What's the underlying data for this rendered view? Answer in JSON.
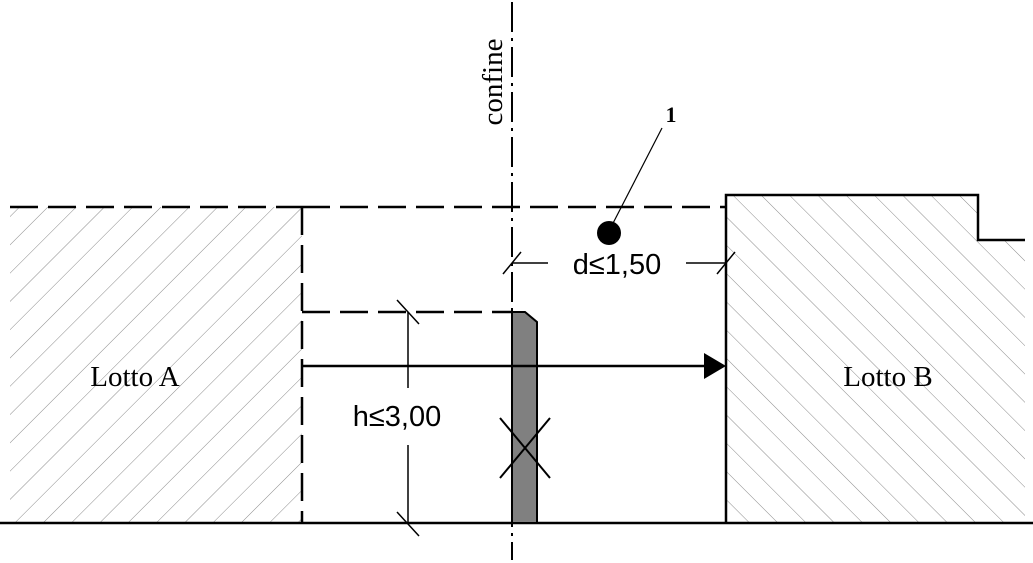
{
  "labels": {
    "boundary": "confine",
    "lot_a": "Lotto A",
    "lot_b": "Lotto B",
    "distance": "d≤1,50",
    "height": "h≤3,00",
    "callout": "1"
  },
  "colors": {
    "line": "#000000",
    "hatch": "#8c8c8c",
    "wall_fill": "#808080",
    "background": "#ffffff"
  }
}
